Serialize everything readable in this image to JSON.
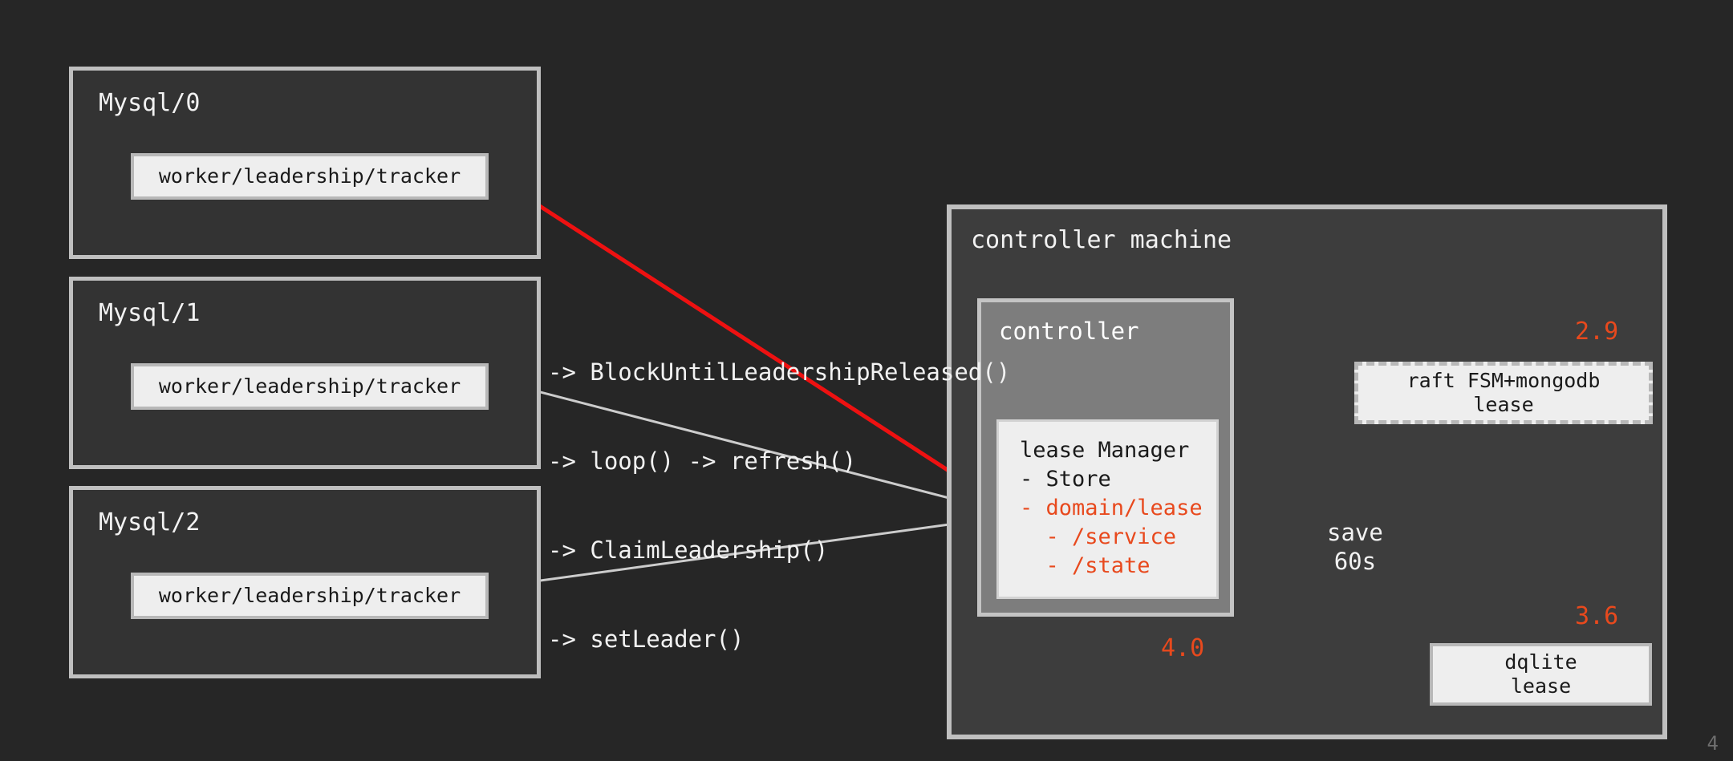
{
  "page": {
    "number": "4",
    "background_color": "#262626"
  },
  "colors": {
    "accent_orange": "#e8491d",
    "arrow_red": "#ee1111",
    "arrow_gray": "#cccccc",
    "arrow_magenta": "#a32b6b",
    "box_border": "#bfbfbf",
    "box_fill_dark": "#333333",
    "chip_fill": "#eeeeee"
  },
  "units": [
    {
      "title": "Mysql/0",
      "worker": "worker/leadership/tracker"
    },
    {
      "title": "Mysql/1",
      "worker": "worker/leadership/tracker"
    },
    {
      "title": "Mysql/2",
      "worker": "worker/leadership/tracker"
    }
  ],
  "call_chain": [
    "-> BlockUntilLeadershipReleased()",
    "-> loop() -> refresh()",
    "-> ClaimLeadership()",
    "-> setLeader()"
  ],
  "controller_machine": {
    "title": "controller machine",
    "controller": {
      "title": "controller",
      "lease_manager": {
        "lines": [
          {
            "text": "lease Manager",
            "accent": false
          },
          {
            "text": "- Store",
            "accent": false
          },
          {
            "text": "- domain/lease",
            "accent": true
          },
          {
            "text": "  - /service",
            "accent": true
          },
          {
            "text": "  - /state",
            "accent": true
          }
        ]
      }
    },
    "version_label": "4.0"
  },
  "stores": [
    {
      "name": "raft-fsm-mongodb-lease",
      "text": "raft FSM+mongodb\nlease",
      "version_label": "2.9",
      "dashed": true
    },
    {
      "name": "dqlite-lease",
      "text": "dqlite\nlease",
      "version_label": "3.6",
      "dashed": false
    }
  ],
  "annotations": {
    "save": "save\n60s"
  }
}
